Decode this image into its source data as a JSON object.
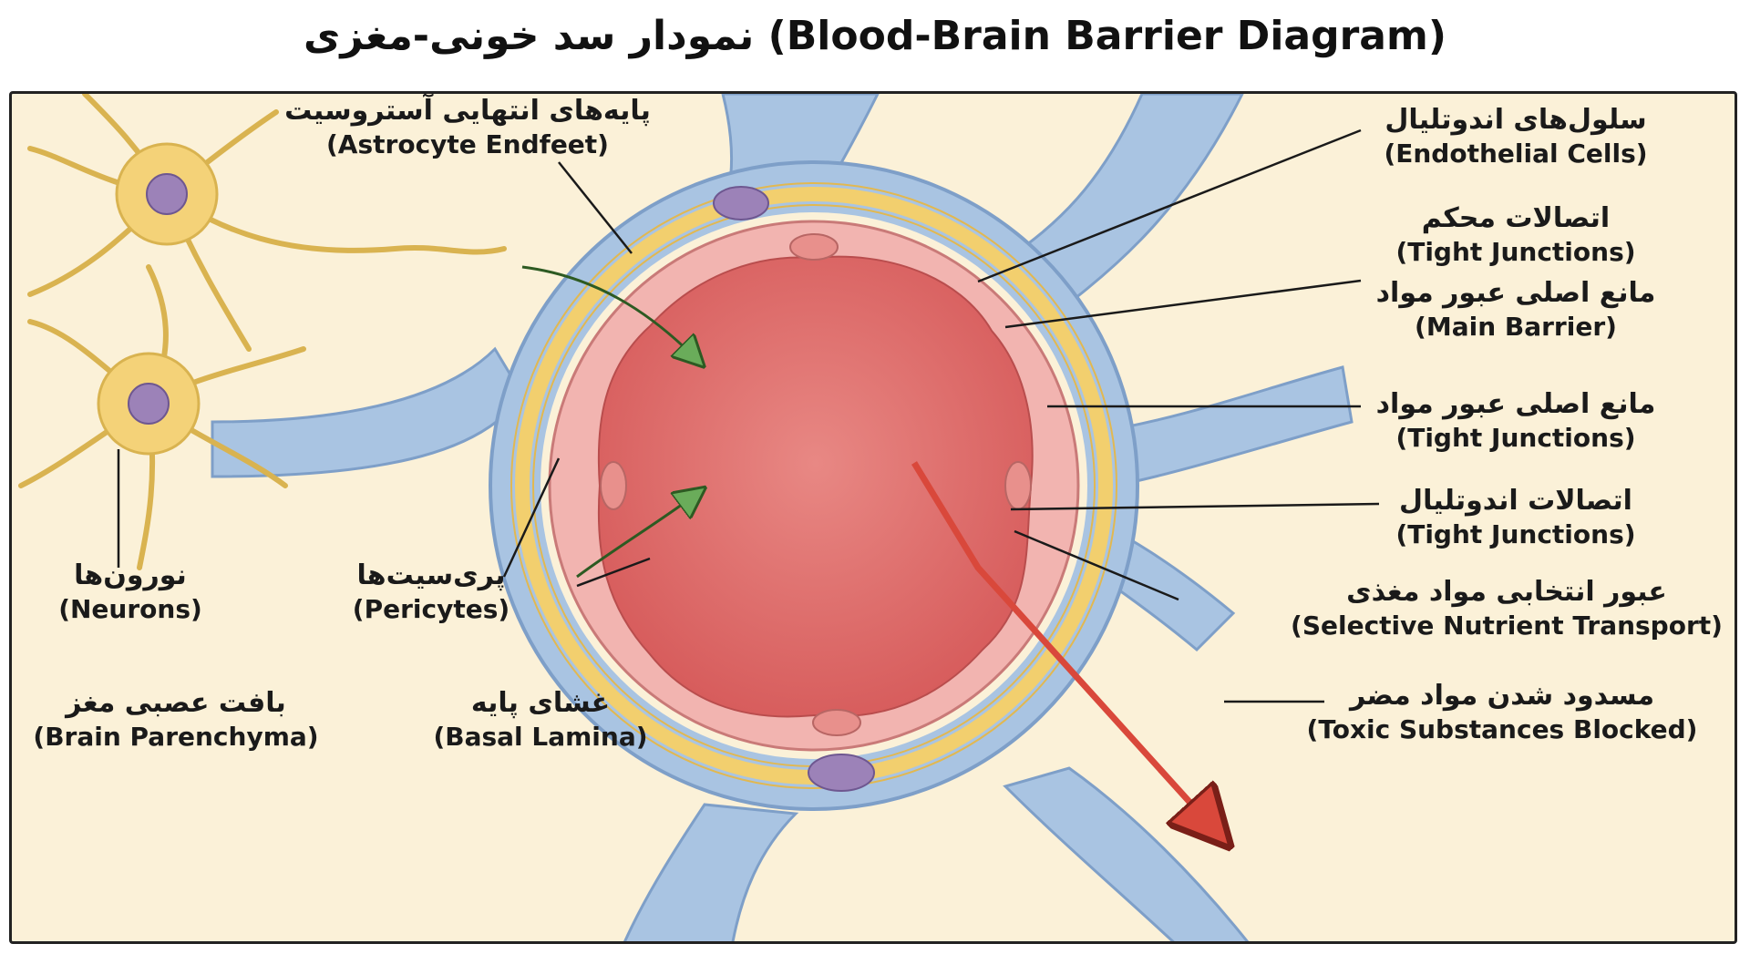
{
  "title": "نمودار سد خونی-مغزی (Blood-Brain Barrier Diagram)",
  "labels": {
    "astrocyte_endfeet": {
      "fa": "پایه‌های انتهایی آستروسیت",
      "en": "(Astrocyte Endfeet)"
    },
    "endothelial_cells": {
      "fa": "سلول‌های اندوتلیال",
      "en": "(Endothelial Cells)"
    },
    "tight_junctions_1": {
      "fa": "اتصالات محکم",
      "en": "(Tight Junctions)"
    },
    "main_barrier": {
      "fa": "مانع اصلی عبور مواد",
      "en": "(Main Barrier)"
    },
    "tight_junctions_2": {
      "fa": "مانع اصلی عبور مواد",
      "en": "(Tight Junctions)"
    },
    "tight_junctions_3": {
      "fa": "اتصالات اندوتلیال",
      "en": "(Tight Junctions)"
    },
    "nutrient_transport": {
      "fa": "عبور انتخابی مواد مغذی",
      "en": "(Selective Nutrient Transport)"
    },
    "toxic_blocked": {
      "fa": "مسدود شدن مواد مضر",
      "en": "(Toxic Substances Blocked)"
    },
    "neurons": {
      "fa": "نورون‌ها",
      "en": "(Neurons)"
    },
    "pericytes": {
      "fa": "پری‌سیت‌ها",
      "en": "(Pericytes)"
    },
    "brain_parenchyma": {
      "fa": "بافت عصبی مغز",
      "en": "(Brain Parenchyma)"
    },
    "basal_lamina": {
      "fa": "غشای پایه",
      "en": "(Basal Lamina)"
    }
  },
  "colors": {
    "background": "#fbf1d8",
    "lumen": "#df6a68",
    "endothelium": "#f2b4b0",
    "basal_lamina": "#f2cf6e",
    "astrocyte": "#a9c4e2",
    "astrocyte_edge": "#7e9fc8",
    "neuron": "#f4d278",
    "nucleus": "#9c82b8",
    "arrow_in": "#6aac5a",
    "arrow_blocked": "#d9483b"
  },
  "icons": {
    "neuron": "neuron-cell-icon",
    "nucleus": "cell-nucleus-icon"
  }
}
